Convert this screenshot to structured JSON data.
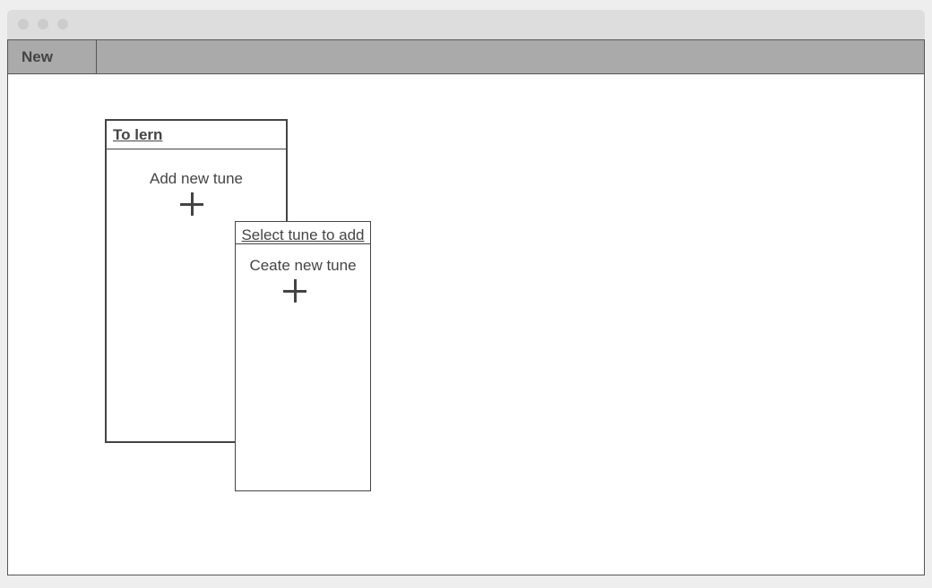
{
  "menu": {
    "new_label": "New"
  },
  "learn_panel": {
    "title": "To lern",
    "add_label": "Add new tune"
  },
  "select_panel": {
    "title": "Select tune to add",
    "create_label": "Ceate new tune"
  },
  "icons": {
    "add": "plus-icon"
  },
  "colors": {
    "menubar": "#aaaaaa",
    "titlebar": "#dddddd",
    "border": "#444444"
  }
}
